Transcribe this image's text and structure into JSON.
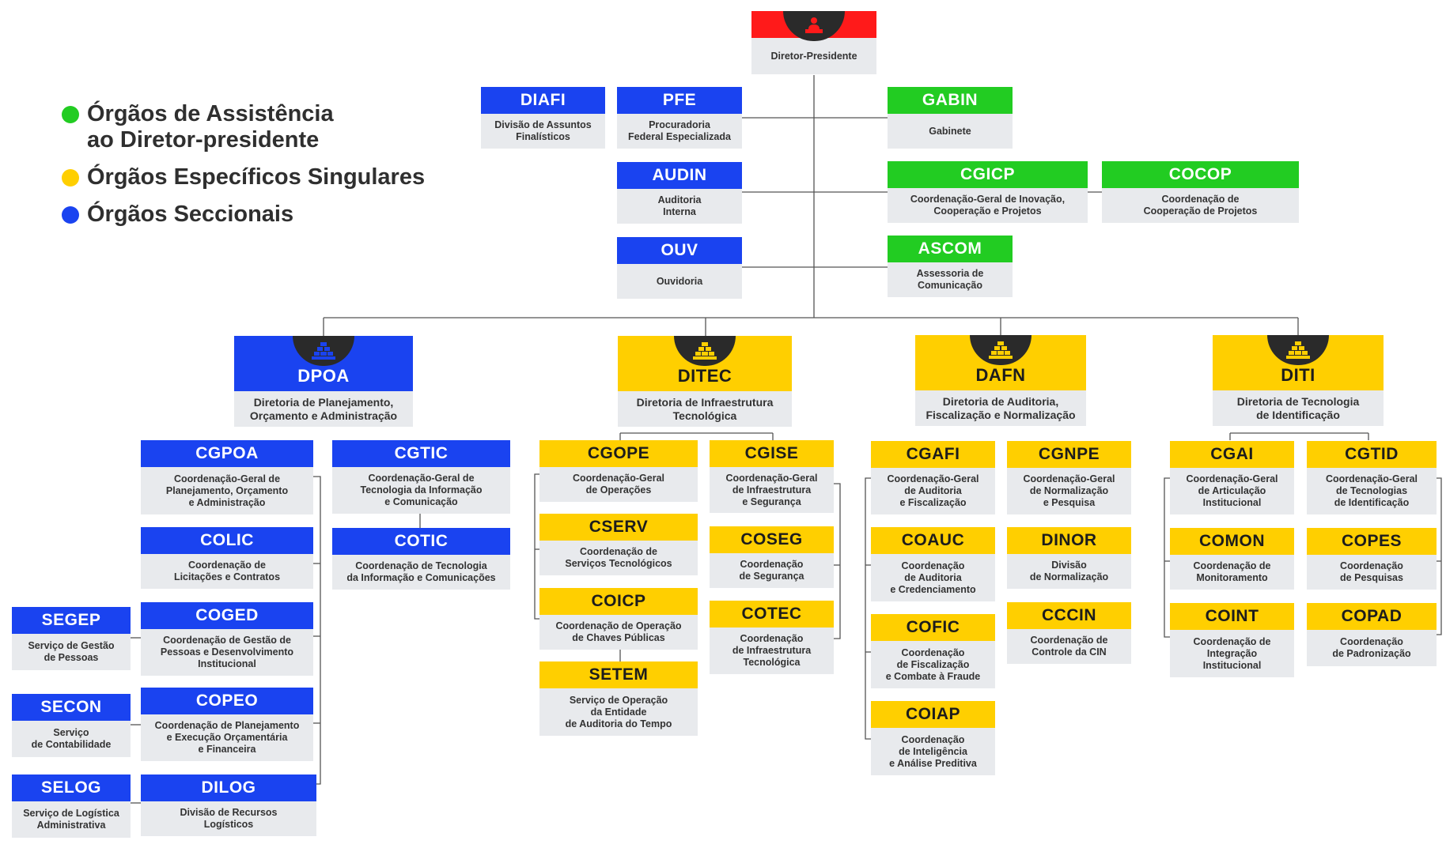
{
  "legend": [
    {
      "label": "Órgãos de Assistência\nao Diretor-presidente",
      "color": "#22cc22"
    },
    {
      "label": "Órgãos Específicos Singulares",
      "color": "#ffcf00"
    },
    {
      "label": "Órgãos Seccionais",
      "color": "#1a43f0"
    }
  ],
  "president": {
    "desc": "Diretor-Presidente",
    "color": "#ff1a1a",
    "icon": "person-at-desk-icon"
  },
  "directorates": {
    "dpoa": {
      "name": "DPOA",
      "desc": "Diretoria de Planejamento,\nOrçamento e Administração",
      "icon": "stacked-coins-icon"
    },
    "ditec": {
      "name": "DITEC",
      "desc": "Diretoria de Infraestrutura\nTecnológica",
      "icon": "stacked-coins-icon"
    },
    "dafn": {
      "name": "DAFN",
      "desc": "Diretoria de Auditoria,\nFiscalização e Normalização",
      "icon": "stacked-coins-icon"
    },
    "diti": {
      "name": "DITI",
      "desc": "Diretoria de Tecnologia\nde Identificação",
      "icon": "stacked-coins-icon"
    }
  },
  "units": {
    "diafi": {
      "name": "DIAFI",
      "desc": "Divisão de Assuntos\nFinalísticos"
    },
    "pfe": {
      "name": "PFE",
      "desc": "Procuradoria\nFederal Especializada"
    },
    "audin": {
      "name": "AUDIN",
      "desc": "Auditoria\nInterna"
    },
    "ouv": {
      "name": "OUV",
      "desc": "Ouvidoria"
    },
    "gabin": {
      "name": "GABIN",
      "desc": "Gabinete"
    },
    "cgicp": {
      "name": "CGICP",
      "desc": "Coordenação-Geral de Inovação,\nCooperação e Projetos"
    },
    "cocop": {
      "name": "COCOP",
      "desc": "Coordenação de\nCooperação de Projetos"
    },
    "ascom": {
      "name": "ASCOM",
      "desc": "Assessoria de\nComunicação"
    },
    "cgpoa": {
      "name": "CGPOA",
      "desc": "Coordenação-Geral de\nPlanejamento, Orçamento\ne Administração"
    },
    "colic": {
      "name": "COLIC",
      "desc": "Coordenação de\nLicitações e Contratos"
    },
    "coged": {
      "name": "COGED",
      "desc": "Coordenação de Gestão de\nPessoas e Desenvolvimento\nInstitucional"
    },
    "copeo": {
      "name": "COPEO",
      "desc": "Coordenação de Planejamento\ne Execução Orçamentária\ne Financeira"
    },
    "dilog": {
      "name": "DILOG",
      "desc": "Divisão de Recursos\nLogísticos"
    },
    "segep": {
      "name": "SEGEP",
      "desc": "Serviço de Gestão\nde Pessoas"
    },
    "secon": {
      "name": "SECON",
      "desc": "Serviço\nde Contabilidade"
    },
    "selog": {
      "name": "SELOG",
      "desc": "Serviço de Logística\nAdministrativa"
    },
    "cgtic": {
      "name": "CGTIC",
      "desc": "Coordenação-Geral de\nTecnologia da Informação\ne Comunicação"
    },
    "cotic": {
      "name": "COTIC",
      "desc": "Coordenação de Tecnologia\nda Informação e Comunicações"
    },
    "cgope": {
      "name": "CGOPE",
      "desc": "Coordenação-Geral\nde Operações"
    },
    "cserv": {
      "name": "CSERV",
      "desc": "Coordenação de\nServiços Tecnológicos"
    },
    "coicp": {
      "name": "COICP",
      "desc": "Coordenação de Operação\nde Chaves Públicas"
    },
    "setem": {
      "name": "SETEM",
      "desc": "Serviço de Operação\nda Entidade\nde Auditoria do Tempo"
    },
    "cgise": {
      "name": "CGISE",
      "desc": "Coordenação-Geral\nde Infraestrutura\ne Segurança"
    },
    "coseg": {
      "name": "COSEG",
      "desc": "Coordenação\nde Segurança"
    },
    "cotec": {
      "name": "COTEC",
      "desc": "Coordenação\nde Infraestrutura\nTecnológica"
    },
    "cgafi": {
      "name": "CGAFI",
      "desc": "Coordenação-Geral\nde Auditoria\ne Fiscalização"
    },
    "coauc": {
      "name": "COAUC",
      "desc": "Coordenação\nde Auditoria\ne Credenciamento"
    },
    "cofic": {
      "name": "COFIC",
      "desc": "Coordenação\nde Fiscalização\ne Combate à Fraude"
    },
    "coiap": {
      "name": "COIAP",
      "desc": "Coordenação\nde Inteligência\ne Análise Preditiva"
    },
    "cgnpe": {
      "name": "CGNPE",
      "desc": "Coordenação-Geral\nde Normalização\ne Pesquisa"
    },
    "dinor": {
      "name": "DINOR",
      "desc": "Divisão\nde Normalização"
    },
    "ccin": {
      "name": "CCCIN",
      "desc": "Coordenação de\nControle da CIN"
    },
    "cgai": {
      "name": "CGAI",
      "desc": "Coordenação-Geral\nde Articulação\nInstitucional"
    },
    "comon": {
      "name": "COMON",
      "desc": "Coordenação de\nMonitoramento"
    },
    "coint": {
      "name": "COINT",
      "desc": "Coordenação de\nIntegração\nInstitucional"
    },
    "cgtid": {
      "name": "CGTID",
      "desc": "Coordenação-Geral\nde Tecnologias\nde Identificação"
    },
    "copes": {
      "name": "COPES",
      "desc": "Coordenação\nde Pesquisas"
    },
    "copad": {
      "name": "COPAD",
      "desc": "Coordenação\nde Padronização"
    }
  },
  "colors": {
    "blue": "#1a43f0",
    "green": "#22cc22",
    "yellow": "#ffcf00",
    "red": "#ff1a1a",
    "box": "#e8eaed",
    "line": "#555555"
  }
}
